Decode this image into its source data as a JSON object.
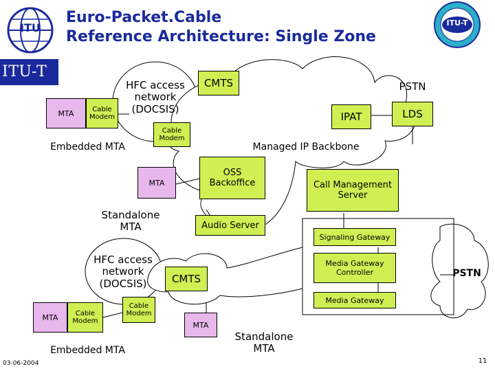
{
  "title": {
    "line1": "Euro-Packet.Cable",
    "line2": "Reference Architecture: Single Zone"
  },
  "brand": {
    "left_logo_text": "ITU",
    "left_banner": "ITU-T",
    "right_logo_text": "ITU-T"
  },
  "nodes": {
    "mta_top": "MTA",
    "cable_modem_top": "Cable\nModem",
    "hfc_top": "HFC access\nnetwork\n(DOCSIS)",
    "cmts_top": "CMTS",
    "cable_modem_mid": "Cable\nModem",
    "embedded_mta_top": "Embedded MTA",
    "ipat": "IPAT",
    "pstn_top": "PSTN",
    "lds": "LDS",
    "managed_ip": "Managed IP Backbone",
    "mta_mid": "MTA",
    "oss": "OSS\nBackoffice",
    "call_mgmt": "Call Management\nServer",
    "standalone_top": "Standalone\nMTA",
    "audio_server": "Audio Server",
    "signaling_gw": "Signaling Gateway",
    "hfc_bottom": "HFC access\nnetwork\n(DOCSIS)",
    "mgc": "Media Gateway\nController",
    "cmts_bottom": "CMTS",
    "pstn_bottom": "PSTN",
    "media_gw": "Media Gateway",
    "mta_bottom_left": "MTA",
    "cable_modem_bottom": "Cable\nModem",
    "cable_modem_bottom2": "Cable\nModem",
    "mta_bottom_mid": "MTA",
    "standalone_bottom": "Standalone\nMTA",
    "embedded_mta_bottom": "Embedded MTA"
  },
  "footer": {
    "date": "03-06-2004",
    "page": "11"
  },
  "colors": {
    "title": "#1a2a9c",
    "banner": "#1a2a9c",
    "mta_box": "#e8b7ec",
    "modem_box": "#d0ef53",
    "lime_box": "#d0ef53"
  }
}
